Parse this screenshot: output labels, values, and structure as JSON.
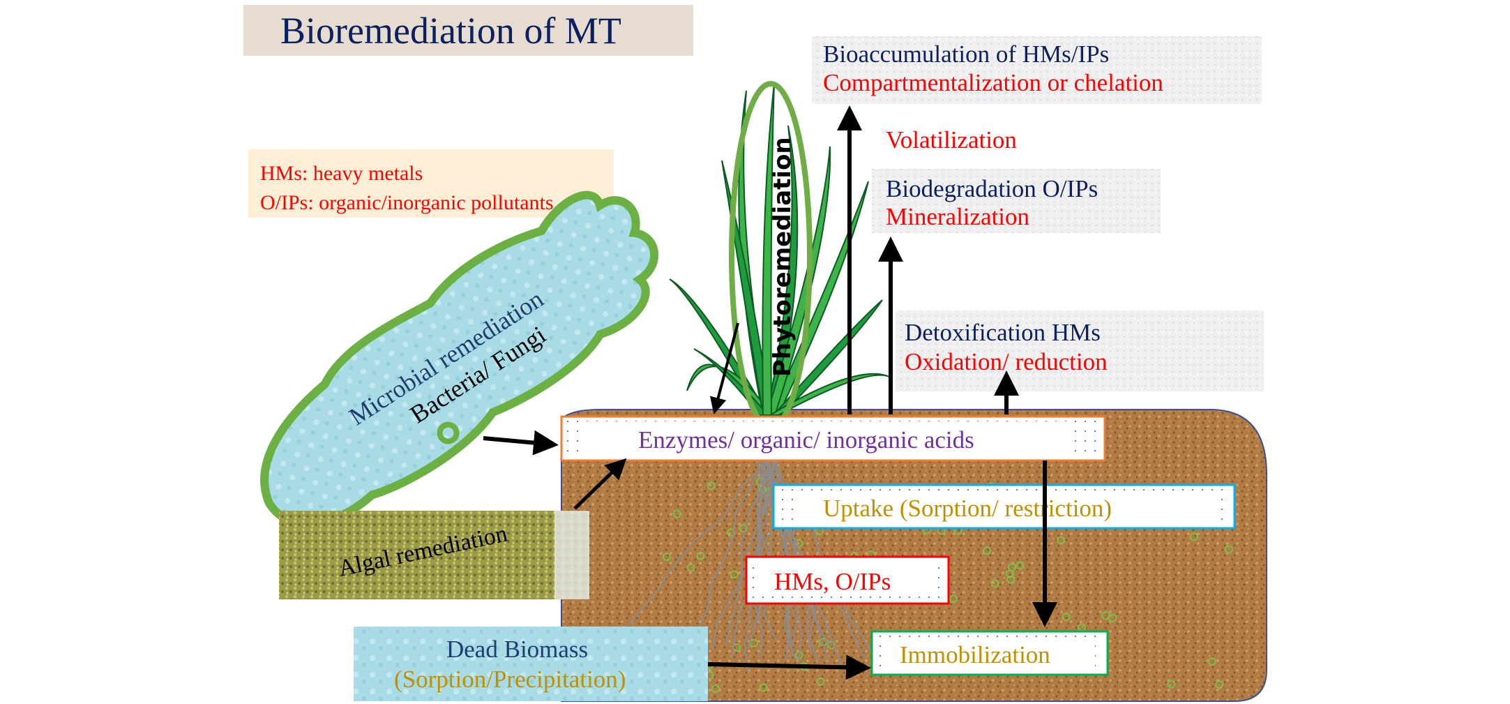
{
  "title": "Bioremediation of MT",
  "legend": {
    "line1": "HMs: heavy metals",
    "line2": "O/IPs: organic/inorganic pollutants"
  },
  "outcomes": {
    "bioaccumulation": {
      "title": "Bioaccumulation of HMs/IPs",
      "process": "Compartmentalization or chelation"
    },
    "volatilization": "Volatilization",
    "biodegradation": {
      "title": "Biodegradation O/IPs",
      "process": "Mineralization"
    },
    "detoxification": {
      "title": "Detoxification HMs",
      "process": "Oxidation/ reduction"
    }
  },
  "phyto_label": "Phytoremediation",
  "microbial": {
    "line1": "Microbial remediation",
    "line2": "Bacteria/ Fungi"
  },
  "algal": "Algal remediation",
  "dead_biomass": {
    "line1": "Dead Biomass",
    "line2": "(Sorption/Precipitation)"
  },
  "soil_boxes": {
    "enzymes": "Enzymes/ organic/ inorganic acids",
    "uptake": "Uptake (Sorption/ restriction)",
    "pollutants": "HMs, O/IPs",
    "immobilization": "Immobilization"
  },
  "colors": {
    "navy": "#0c1f5e",
    "red": "#ff0000",
    "purple": "#7030a0",
    "gold": "#bf9000",
    "soil": "#a9743f",
    "plant_green": "#1e9b3c",
    "ellipse_green": "#70ad47"
  }
}
